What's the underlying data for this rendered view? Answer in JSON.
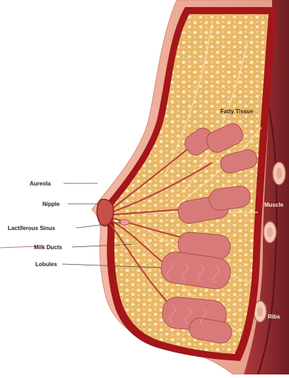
{
  "labels": {
    "fatty_tissue": "Fatty Tissue",
    "aureola": "Aureola",
    "nipple": "Nipple",
    "lactiferous_sinus": "Lactiferous Sinus",
    "milk_ducts": "Milk Ducts",
    "lobules": "Lobules",
    "muscle": "Muscle",
    "ribs": "Ribs"
  },
  "colors": {
    "skin": "#e9a089",
    "skin_edge": "#c9685a",
    "outline": "#a3161a",
    "fat": "#e9bd6e",
    "fat_globule": "#fbeacb",
    "lobule": "#d97a7a",
    "muscle": "#8e2a2e",
    "rib": "#f2c9b6"
  }
}
